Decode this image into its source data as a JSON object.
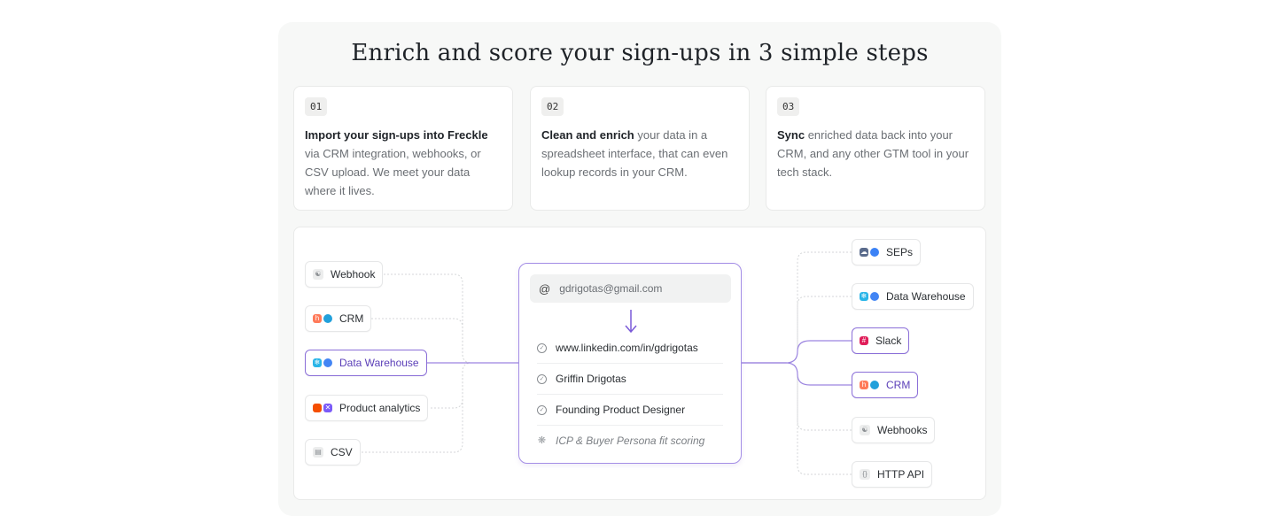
{
  "headline": "Enrich and score your sign-ups in 3 simple steps",
  "steps": [
    {
      "num": "01",
      "bold": "Import your sign-ups into Freckle",
      "rest": " via CRM integration, webhooks, or CSV upload. We meet your data where it lives."
    },
    {
      "num": "02",
      "bold": "Clean and enrich",
      "rest": " your data in a spreadsheet interface, that can even lookup records in your CRM."
    },
    {
      "num": "03",
      "bold": "Sync",
      "rest": " enriched data back into your CRM, and any other GTM tool in your tech stack."
    }
  ],
  "sources": [
    {
      "label": "Webhook",
      "icon": "webhook-icon"
    },
    {
      "label": "CRM",
      "icon": "crm-icon"
    },
    {
      "label": "Data Warehouse",
      "icon": "data-warehouse-icon"
    },
    {
      "label": "Product analytics",
      "icon": "product-analytics-icon"
    },
    {
      "label": "CSV",
      "icon": "csv-file-icon"
    }
  ],
  "center": {
    "email": "gdrigotas@gmail.com",
    "fields": [
      "www.linkedin.com/in/gdrigotas",
      "Griffin Drigotas",
      "Founding Product Designer"
    ],
    "scoring": "ICP & Buyer Persona fit scoring"
  },
  "destinations": [
    {
      "label": "SEPs",
      "icon": "seps-icon"
    },
    {
      "label": "Data Warehouse",
      "icon": "data-warehouse-icon"
    },
    {
      "label": "Slack",
      "icon": "slack-icon"
    },
    {
      "label": "CRM",
      "icon": "crm-icon"
    },
    {
      "label": "Webhooks",
      "icon": "webhook-icon"
    },
    {
      "label": "HTTP API",
      "icon": "http-api-icon"
    }
  ],
  "colors": {
    "accent": "#8b6fd8",
    "accent_text": "#5b3fb8",
    "line_gray": "#d4d6d8"
  }
}
